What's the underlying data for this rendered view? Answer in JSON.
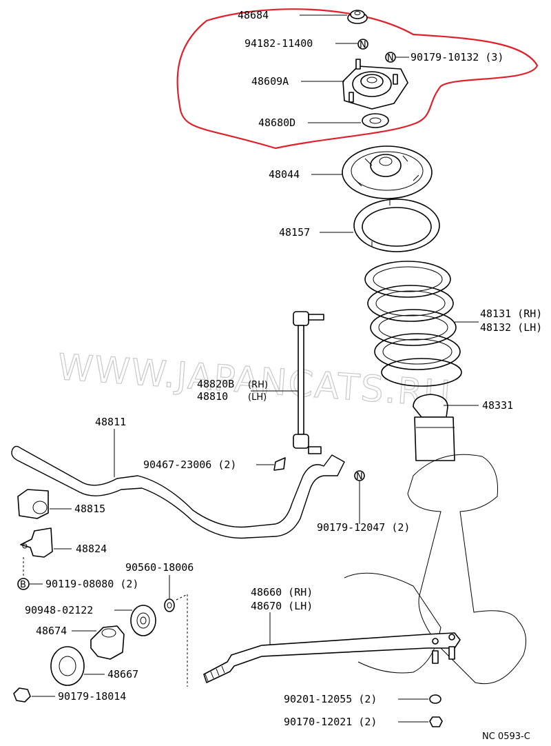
{
  "callouts": {
    "p48684": "48684",
    "p94182": "94182-11400",
    "p90179_10132": "90179-10132 (3)",
    "p48609A": "48609A",
    "p48680D": "48680D",
    "p48044": "48044",
    "p48157": "48157",
    "p48131": "48131 (RH)",
    "p48132": "48132 (LH)",
    "p48820B": "48820B",
    "p48820B_side": "(RH)",
    "p48810": "48810",
    "p48810_side": "(LH)",
    "p48331": "48331",
    "p48811": "48811",
    "p90467": "90467-23006 (2)",
    "p48815": "48815",
    "p90179_12047": "90179-12047 (2)",
    "p48824": "48824",
    "p90560": "90560-18006",
    "p90119": "90119-08080 (2)",
    "p48660": "48660 (RH)",
    "p48670": "48670 (LH)",
    "p90948": "90948-02122",
    "p48674": "48674",
    "p48667": "48667",
    "p90179_18014": "90179-18014",
    "p90201": "90201-12055 (2)",
    "p90170": "90170-12021 (2)"
  },
  "markers": {
    "n": "N",
    "b": "B"
  },
  "watermark": "WWW.JAPANCATS.RU",
  "diagram_code": "NC  0593-C",
  "colors": {
    "highlight": "#e0202a",
    "ink": "#000000",
    "watermark": "#c8c8c8"
  }
}
